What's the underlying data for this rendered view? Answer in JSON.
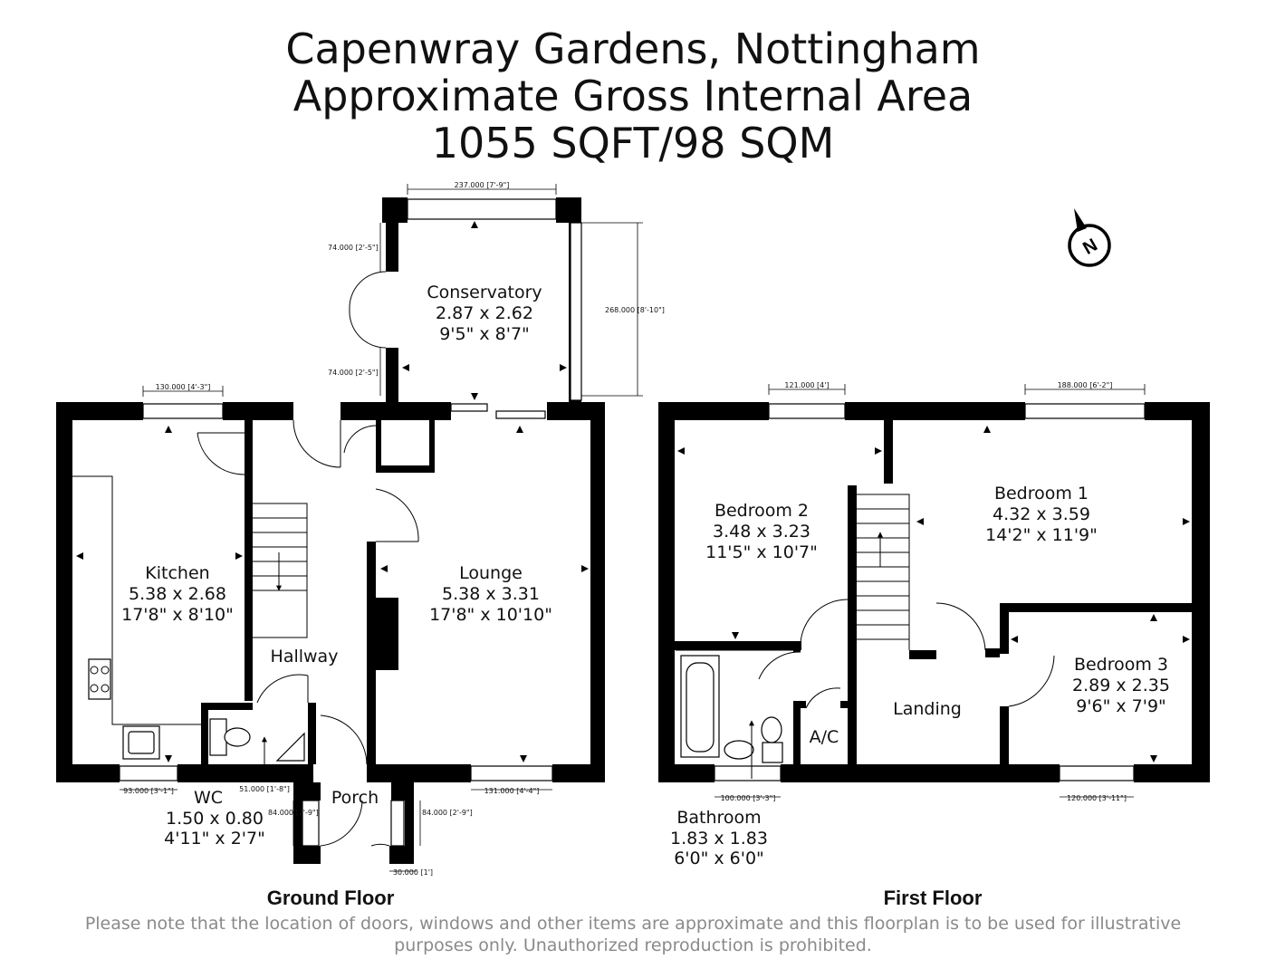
{
  "title": {
    "line1": "Capenwray Gardens, Nottingham",
    "line2": "Approximate Gross Internal Area",
    "line3": "1055 SQFT/98 SQM"
  },
  "floors": {
    "ground": "Ground Floor",
    "first": "First Floor"
  },
  "rooms": {
    "conservatory": {
      "name": "Conservatory",
      "metric": "2.87 x 2.62",
      "imperial": "9'5\" x 8'7\""
    },
    "kitchen": {
      "name": "Kitchen",
      "metric": "5.38 x 2.68",
      "imperial": "17'8\" x 8'10\""
    },
    "lounge": {
      "name": "Lounge",
      "metric": "5.38 x 3.31",
      "imperial": "17'8\" x 10'10\""
    },
    "hallway": {
      "name": "Hallway"
    },
    "porch": {
      "name": "Porch"
    },
    "wc": {
      "name": "WC",
      "metric": "1.50 x 0.80",
      "imperial": "4'11\" x 2'7\""
    },
    "bedroom2": {
      "name": "Bedroom 2",
      "metric": "3.48 x 3.23",
      "imperial": "11'5\" x 10'7\""
    },
    "bedroom1": {
      "name": "Bedroom 1",
      "metric": "4.32 x 3.59",
      "imperial": "14'2\" x 11'9\""
    },
    "bedroom3": {
      "name": "Bedroom 3",
      "metric": "2.89 x 2.35",
      "imperial": "9'6\" x 7'9\""
    },
    "bathroom": {
      "name": "Bathroom",
      "metric": "1.83 x 1.83",
      "imperial": "6'0\" x 6'0\""
    },
    "landing": {
      "name": "Landing"
    },
    "ac": {
      "name": "A/C"
    }
  },
  "dimensions": {
    "cons_top": "237.000 [7'-9\"]",
    "cons_door_top": "74.000 [2'-5\"]",
    "cons_door_bottom": "74.000 [2'-5\"]",
    "cons_side": "268.000 [8'-10\"]",
    "kitchen_win": "130.000 [4'-3\"]",
    "kitchen_bottom": "93.000 [3'-1\"]",
    "wc_win": "51.000 [1'-8\"]",
    "porch_left": "84.000 [2'-9\"]",
    "porch_right": "84.000 [2'-9\"]",
    "porch_bottom": "30.000 [1']",
    "lounge_win": "131.000 [4'-4\"]",
    "bed2_win": "121.000 [4']",
    "bed1_win": "188.000 [6'-2\"]",
    "bath_win": "100.000 [3'-3\"]",
    "bed3_win": "120.000 [3'-11\"]"
  },
  "compass": {
    "label": "N"
  },
  "disclaimer": {
    "line1": "Please note that the location of doors, windows and other items are approximate and this floorplan is to be used for illustrative",
    "line2": "purposes only. Unauthorized reproduction is prohibited."
  },
  "colors": {
    "wall": "#000000",
    "text": "#111111",
    "disclaimer": "#8a8a8a"
  }
}
